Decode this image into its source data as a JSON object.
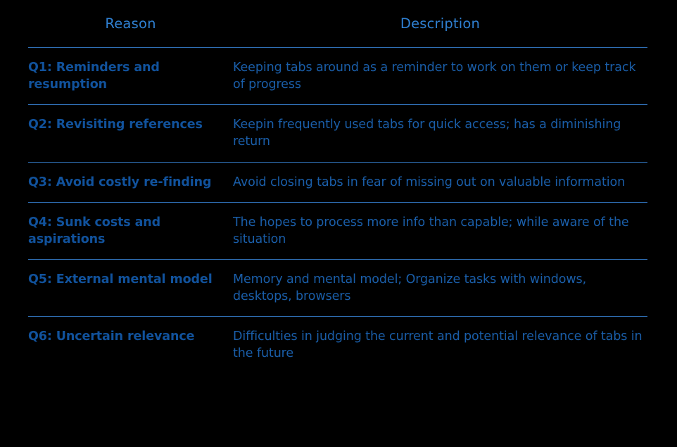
{
  "table": {
    "columns": [
      {
        "key": "reason",
        "label": "Reason"
      },
      {
        "key": "description",
        "label": "Description"
      }
    ],
    "rows": [
      {
        "reason": "Q1: Reminders and resumption",
        "description": "Keeping tabs around as a reminder to work on them or keep track of progress"
      },
      {
        "reason": "Q2: Revisiting references",
        "description": "Keepin frequently used tabs for quick access; has a diminishing return"
      },
      {
        "reason": "Q3: Avoid costly re-finding",
        "description": "Avoid closing tabs in fear of missing out on valuable information"
      },
      {
        "reason": "Q4: Sunk costs and aspirations",
        "description": "The hopes to process more info than capable; while aware of the situation"
      },
      {
        "reason": "Q5: External mental model",
        "description": "Memory and mental model; Organize tasks with windows, desktops, browsers"
      },
      {
        "reason": "Q6: Uncertain relevance",
        "description": "Difficulties in judging the current and potential relevance of tabs in the future"
      }
    ]
  },
  "colors": {
    "background": "#000000",
    "header_text": "#2f80d2",
    "reason_text": "#11529c",
    "description_text": "#1a5ea9",
    "divider": "#2f6fb5"
  }
}
